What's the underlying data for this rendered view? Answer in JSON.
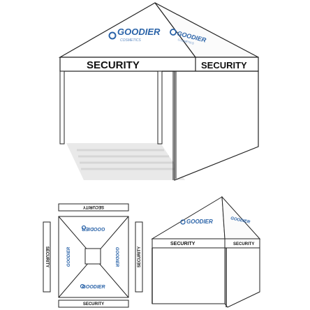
{
  "brand": {
    "name": "GOODIER",
    "tagline": "COSMETICS",
    "color": "#2a63a8"
  },
  "valance": {
    "label": "SECURITY"
  },
  "colors": {
    "canopy_fill": "#ffffff",
    "outline": "#222222",
    "shadow": "#d9d9d9"
  },
  "icons": [
    "goodier-logo-icon",
    "goodier-swirl-icon"
  ]
}
